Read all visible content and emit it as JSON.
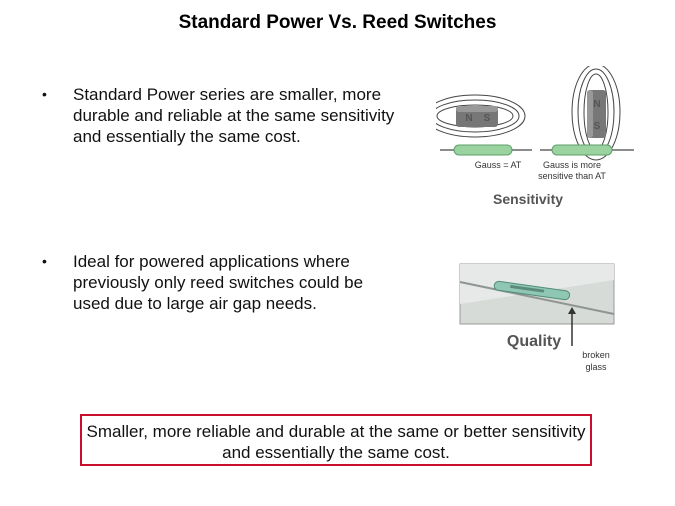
{
  "title": "Standard Power Vs. Reed Switches",
  "bullets": [
    {
      "marker": "•",
      "text": "Standard Power series are smaller, more durable and reliable at the same sensitivity and essentially the same cost."
    },
    {
      "marker": "•",
      "text": "Ideal for powered applications where previously only reed switches could be used due to large air gap needs."
    }
  ],
  "sensitivity_figure": {
    "magnet_left_poles": [
      "N",
      "S"
    ],
    "magnet_right_poles": [
      "N",
      "S"
    ],
    "caption_left": "Gauss = AT",
    "caption_right_line1": "Gauss is more",
    "caption_right_line2": "sensitive than AT",
    "heading": "Sensitivity"
  },
  "quality_figure": {
    "heading": "Quality",
    "annotation_line1": "broken",
    "annotation_line2": "glass"
  },
  "callout": {
    "text": "Smaller, more reliable and durable at the same or better sensitivity and essentially the same cost.",
    "border_color": "#c8102e"
  }
}
